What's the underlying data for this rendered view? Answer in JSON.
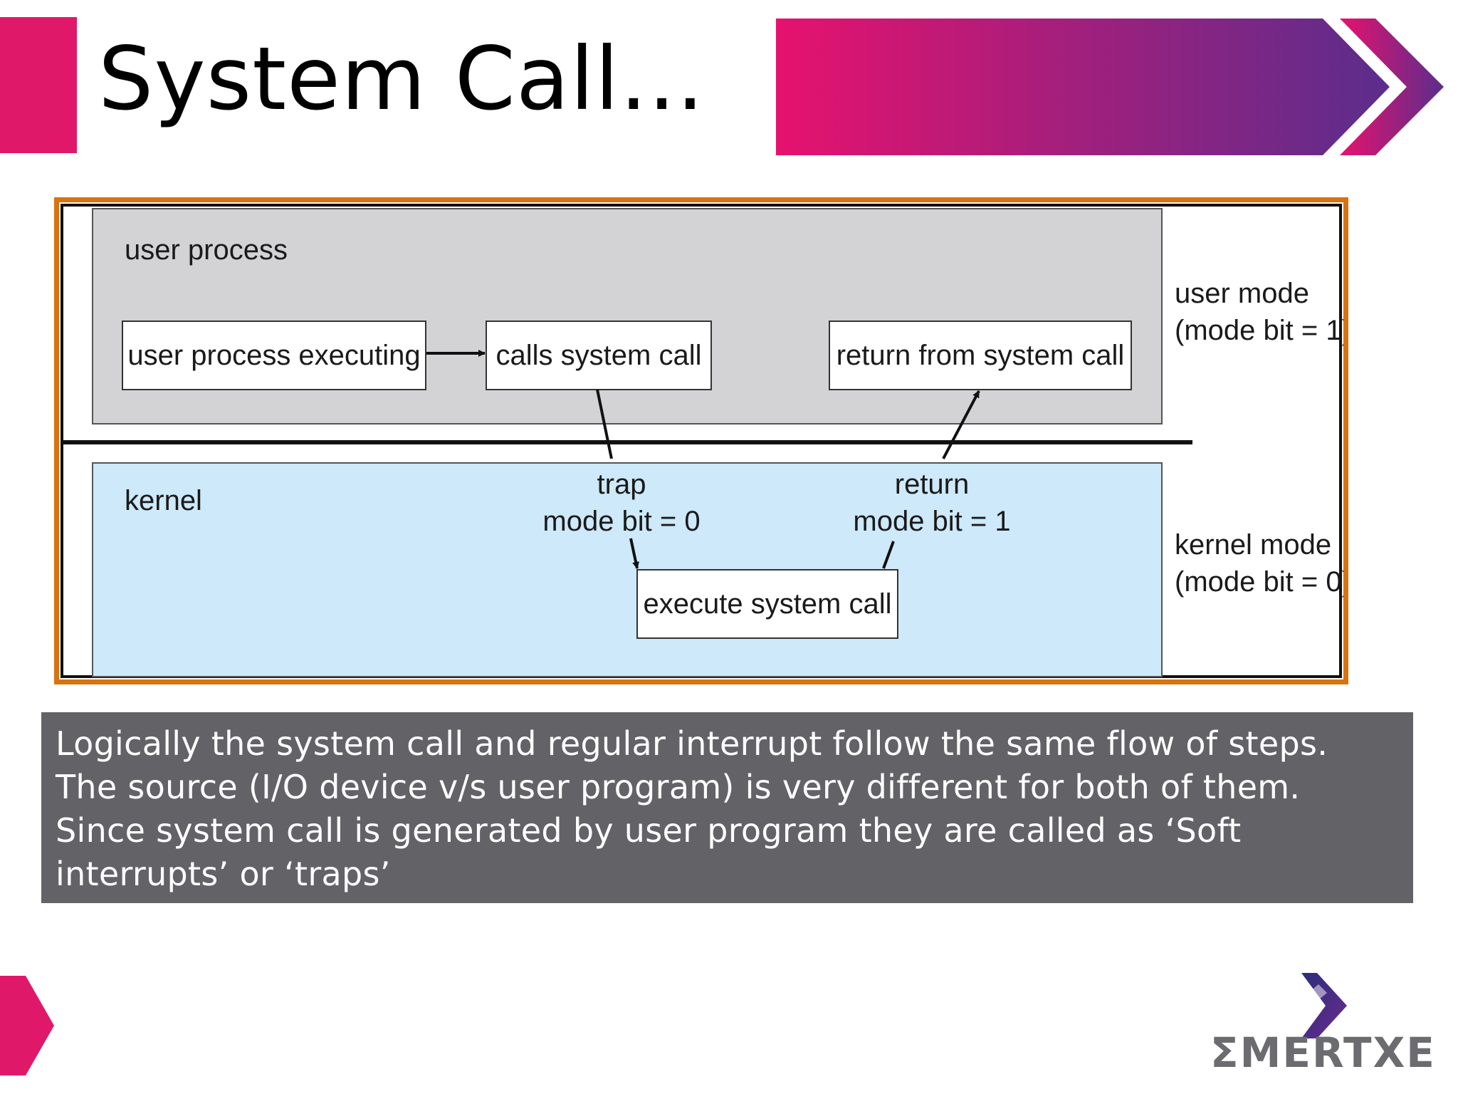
{
  "slide": {
    "title": "System Call...",
    "colors": {
      "accent": "#e0186a",
      "banner_start": "#e6126e",
      "banner_end": "#5b2d8c",
      "diagram_border": "#d9720f",
      "user_region": "#d3d3d6",
      "kernel_region": "#cde9fa",
      "caption_bg": "#636266"
    }
  },
  "diagram": {
    "user_region_label": "user process",
    "kernel_region_label": "kernel",
    "boxes": {
      "executing": "user process executing",
      "calls": "calls system call",
      "return": "return from system call",
      "execute": "execute system call"
    },
    "transitions": {
      "trap_label": "trap",
      "trap_mode": "mode bit = 0",
      "return_label": "return",
      "return_mode": "mode bit = 1"
    },
    "modes": {
      "user_mode": "user mode",
      "user_mode_bit": "(mode bit = 1)",
      "kernel_mode": "kernel mode",
      "kernel_mode_bit": "(mode bit = 0)"
    }
  },
  "caption": {
    "text": "Logically the system call and regular interrupt follow the same flow of steps. The source (I/O device v/s user program) is very different for both of them. Since system call is generated by user program they are called as ‘Soft interrupts’ or ‘traps’"
  },
  "logo": {
    "text": "ƩMERTXE",
    "icon": "emertxe-chevron-logo"
  }
}
